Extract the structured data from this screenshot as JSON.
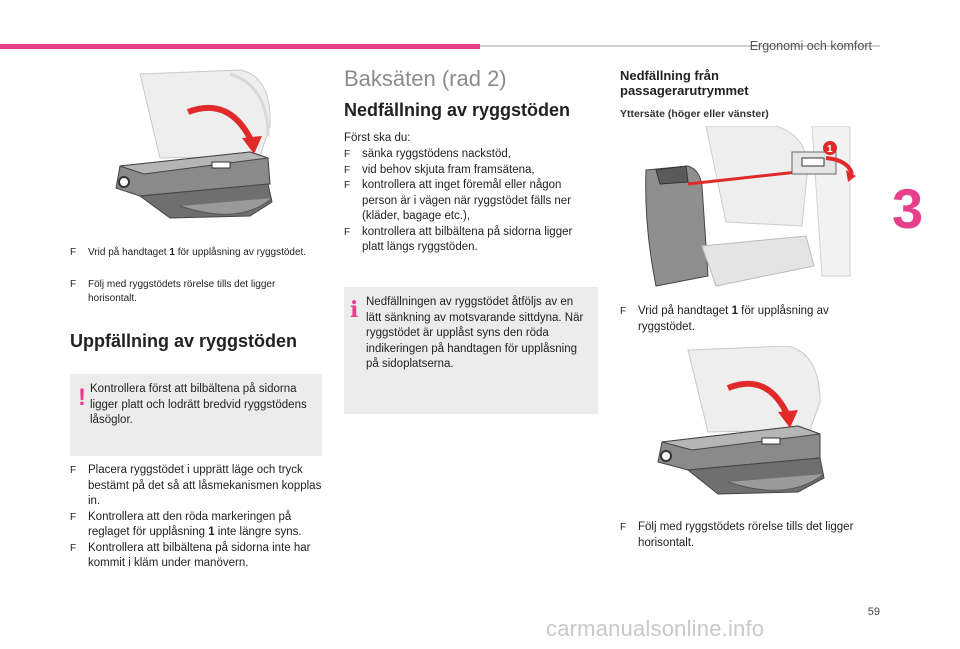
{
  "header": {
    "section_title": "Ergonomi och komfort",
    "chapter_number": "3",
    "page_number": "59"
  },
  "watermark": "carmanualsonline.info",
  "colors": {
    "accent": "#e6408c",
    "arrow": "#e02a2a",
    "note_bg": "#ececec"
  },
  "bullet_symbol": "F",
  "left_col": {
    "figure_caption_bullets": [
      {
        "before": "Vrid på handtaget ",
        "bold": "1",
        "after": " för upplåsning av ryggstödet."
      },
      {
        "before": "Följ med ryggstödets rörelse tills det ligger horisontalt.",
        "bold": "",
        "after": ""
      }
    ],
    "heading": "Uppfällning av ryggstöden",
    "warning_icon": "exclamation-icon",
    "warning_text": "Kontrollera först att bilbältena på sidorna ligger platt och lodrätt bredvid ryggstödens låsöglor.",
    "bullets": [
      {
        "before": "Placera ryggstödet i upprätt läge och tryck bestämt på det så att låsmekanismen kopplas in.",
        "bold": "",
        "after": ""
      },
      {
        "before": "Kontrollera att den röda markeringen på reglaget för upplåsning ",
        "bold": "1",
        "after": " inte längre syns."
      },
      {
        "before": "Kontrollera att bilbältena på sidorna inte har kommit i kläm under manövern.",
        "bold": "",
        "after": ""
      }
    ]
  },
  "mid_col": {
    "section_title": "Baksäten (rad 2)",
    "heading": "Nedfällning av ryggstöden",
    "intro": "Först ska du:",
    "bullets": [
      "sänka ryggstödens nackstöd,",
      "vid behov skjuta fram framsätena,",
      "kontrollera att inget föremål eller någon person är i vägen när ryggstödet fälls ner (kläder, bagage etc.),",
      "kontrollera att bilbältena på sidorna ligger platt längs ryggstöden."
    ],
    "info_icon": "info-icon",
    "info_text": "Nedfällningen av ryggstödet åtföljs av en lätt sänkning av motsvarande sittdyna. När ryggstödet är upplåst syns den röda indikeringen på handtagen för upplåsning på sidoplatserna."
  },
  "right_col": {
    "heading_line1": "Nedfällning från",
    "heading_line2": "passagerarutrymmet",
    "subheading": "Yttersäte (höger eller vänster)",
    "figure_callout": "1",
    "bullet1": {
      "before": "Vrid på handtaget ",
      "bold": "1",
      "after": " för upplåsning av ryggstödet."
    },
    "bullet2": "Följ med ryggstödets rörelse tills det ligger horisontalt."
  }
}
